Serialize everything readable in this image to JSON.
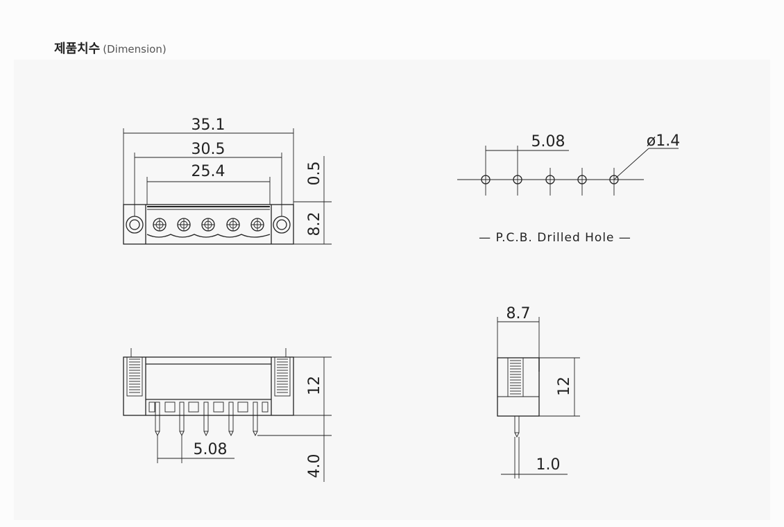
{
  "header": {
    "title_ko": "제품치수",
    "title_en": "(Dimension)"
  },
  "front_view": {
    "dim_total": "35.1",
    "dim_flange": "30.5",
    "dim_pitch_span": "25.4",
    "dim_top_offset": "0.5",
    "dim_height": "8.2"
  },
  "pcb_view": {
    "dim_pitch": "5.08",
    "dim_hole": "ø1.4",
    "caption": "— P.C.B. Drilled Hole —"
  },
  "side_view": {
    "dim_height": "12",
    "dim_pitch": "5.08",
    "dim_pin_length": "4.0"
  },
  "end_view": {
    "dim_depth": "8.7",
    "dim_height": "12",
    "dim_pin_width": "1.0"
  },
  "colors": {
    "line": "#222222",
    "panel": "#f7f7f7"
  }
}
